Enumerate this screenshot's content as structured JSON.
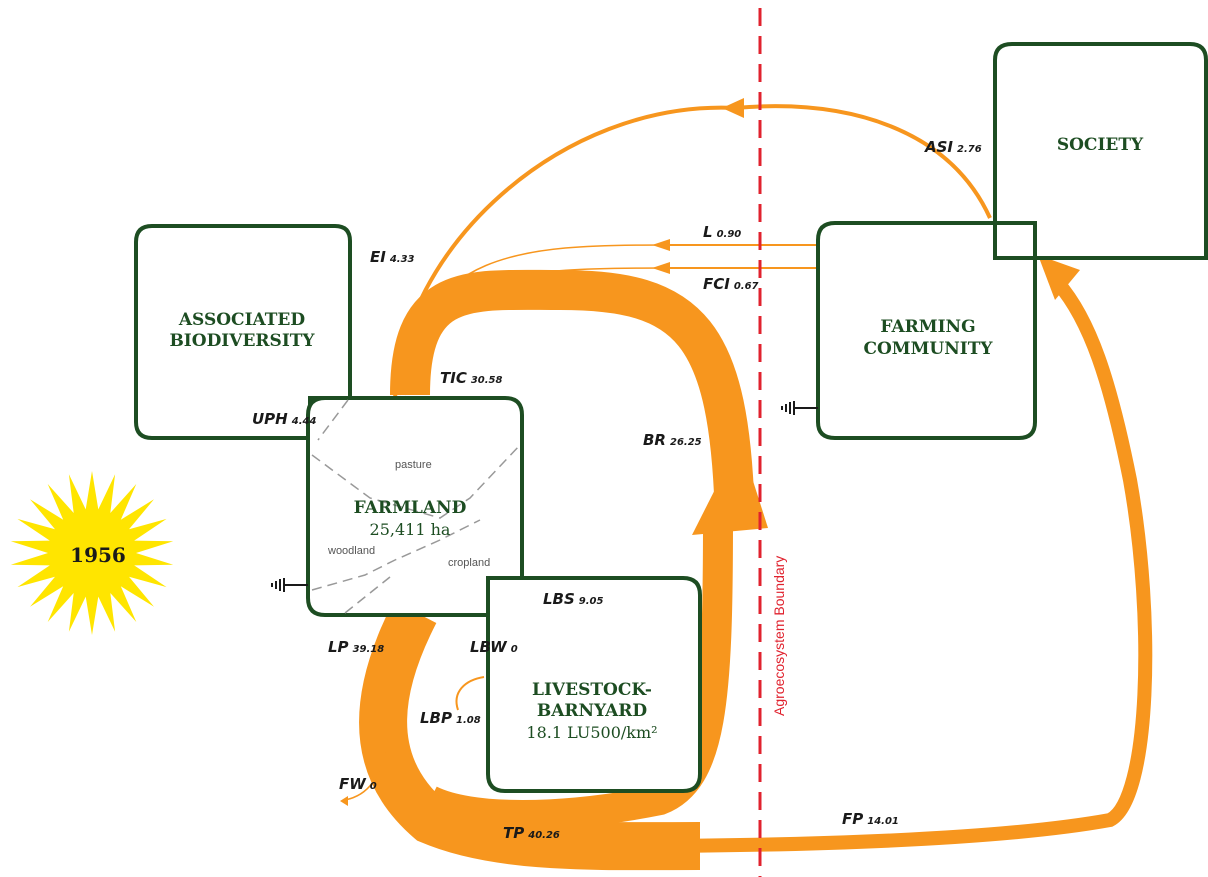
{
  "year": "1956",
  "colors": {
    "flow": "#f7961e",
    "box_stroke": "#1d4d22",
    "boundary": "#e0222e",
    "sun": "#ffe500"
  },
  "boxes": {
    "associated_biodiversity": {
      "line1": "ASSOCIATED",
      "line2": "BIODIVERSITY"
    },
    "farmland": {
      "title": "FARMLAND",
      "area": "25,411 ha"
    },
    "livestock": {
      "line1": "LIVESTOCK-",
      "line2": "BARNYARD",
      "density": "18.1 LU500/km²"
    },
    "farming_community": {
      "line1": "FARMING",
      "line2": "COMMUNITY"
    },
    "society": {
      "title": "SOCIETY"
    }
  },
  "land_uses": {
    "pasture": "pasture",
    "woodland": "woodland",
    "cropland": "cropland"
  },
  "boundary_label": "Agroecosystem Boundary",
  "flows": [
    {
      "code": "ASI",
      "value": "2.76"
    },
    {
      "code": "L",
      "value": "0.90"
    },
    {
      "code": "FCI",
      "value": "0.67"
    },
    {
      "code": "EI",
      "value": "4.33"
    },
    {
      "code": "TIC",
      "value": "30.58"
    },
    {
      "code": "UPH",
      "value": "4.44"
    },
    {
      "code": "BR",
      "value": "26.25"
    },
    {
      "code": "LBS",
      "value": "9.05"
    },
    {
      "code": "LBW",
      "value": "0"
    },
    {
      "code": "LP",
      "value": "39.18"
    },
    {
      "code": "LBP",
      "value": "1.08"
    },
    {
      "code": "FW",
      "value": "0"
    },
    {
      "code": "TP",
      "value": "40.26"
    },
    {
      "code": "FP",
      "value": "14.01"
    }
  ]
}
